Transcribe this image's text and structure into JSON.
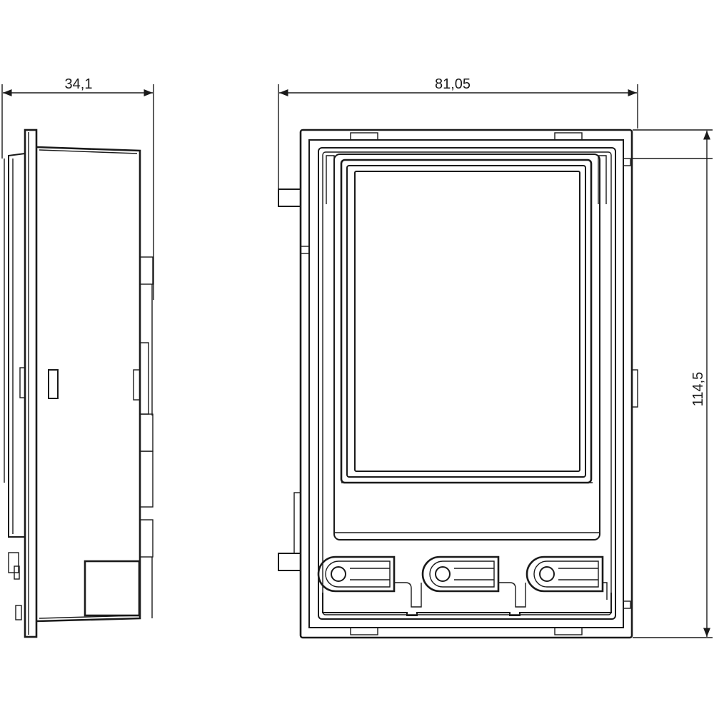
{
  "dimensions": {
    "side_width": "34,1",
    "front_width": "81,05",
    "height": "114,5"
  },
  "colors": {
    "line": "#1a1a1a",
    "background": "#ffffff"
  }
}
